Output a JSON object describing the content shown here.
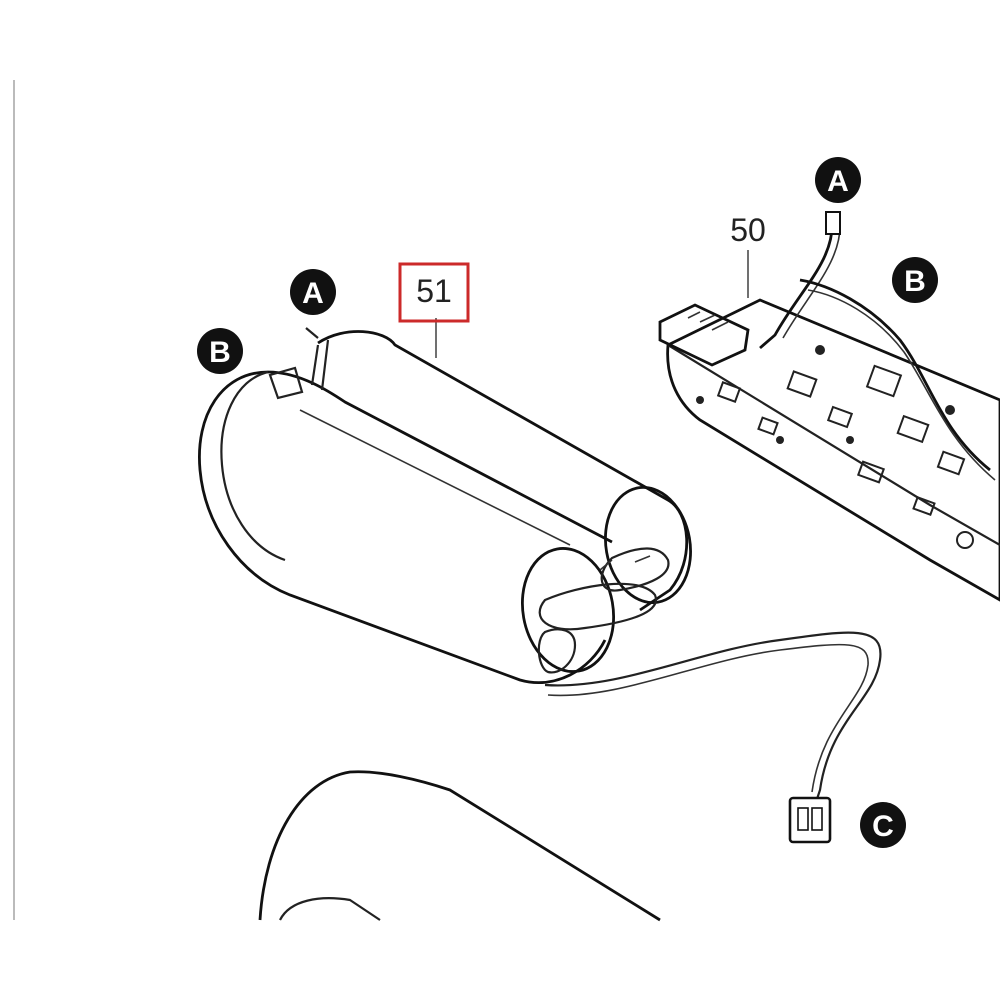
{
  "diagram": {
    "part_battery": "51",
    "part_board": "50",
    "connector_a": "A",
    "connector_b": "B",
    "connector_c": "C",
    "highlight_color": "#cc2a2a"
  }
}
